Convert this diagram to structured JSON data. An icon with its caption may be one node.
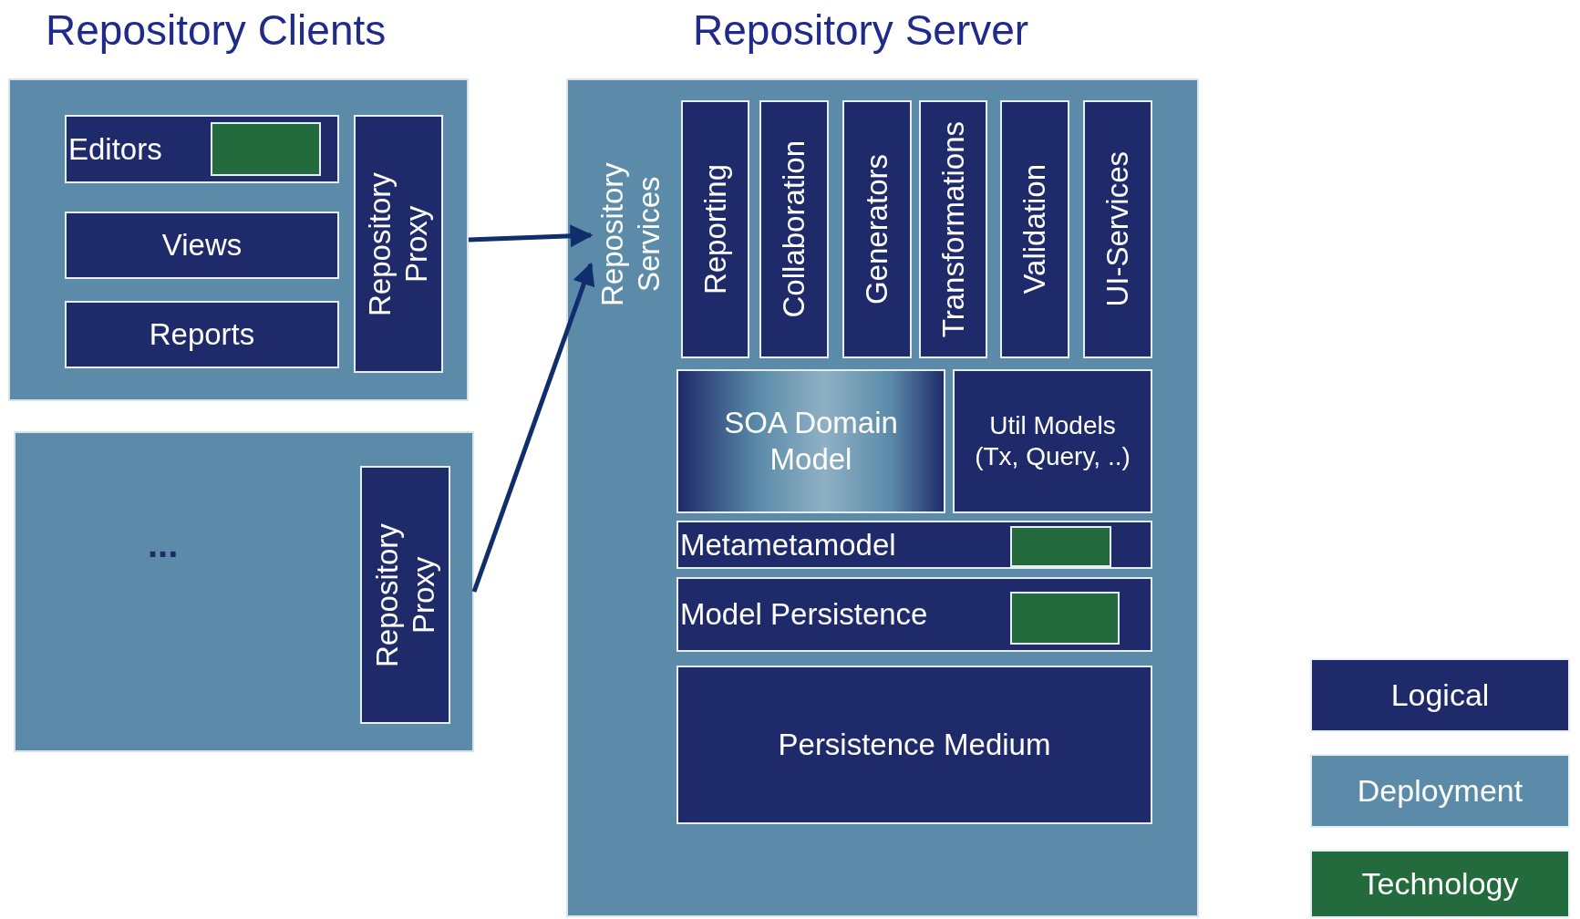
{
  "diagram": {
    "nodes": [
      {
        "text": [],
        "shape": "box"
      },
      {
        "text": [
          "Editors"
        ],
        "in": 0
      },
      {
        "text": [],
        "shape": "box",
        "in": 1
      },
      {
        "text": [
          "Views"
        ],
        "in": 0
      },
      {
        "text": [
          "Reports"
        ],
        "in": 0
      },
      {
        "text": [
          "Repository Proxy"
        ],
        "in": 0
      },
      {
        "text": [],
        "shape": "box"
      },
      {
        "text": [
          "Repository Proxy"
        ],
        "in": 6
      },
      {
        "text": [],
        "shape": "box"
      },
      {
        "text": [
          "Repository Services"
        ],
        "in": 8
      },
      {
        "text": [
          "Reporting"
        ],
        "in": 8
      },
      {
        "text": [
          "Collaboration"
        ],
        "in": 8
      },
      {
        "text": [
          "Generators"
        ],
        "in": 8
      },
      {
        "text": [
          "Transformations"
        ],
        "in": 8
      },
      {
        "text": [
          "Validation"
        ],
        "in": 8
      },
      {
        "text": [
          "UI-Services"
        ],
        "in": 8
      },
      {
        "text": [
          "SOA Domain Model"
        ],
        "in": 8
      },
      {
        "text": [
          "Util Models (Tx, Query, ..)"
        ],
        "in": 8
      },
      {
        "text": [
          "Metametamodel"
        ],
        "in": 8
      },
      {
        "text": [],
        "shape": "box",
        "in": 18
      },
      {
        "text": [
          "Model Persistence"
        ],
        "in": 8
      },
      {
        "text": [],
        "shape": "box",
        "in": 20
      },
      {
        "text": [
          "Persistence Medium"
        ],
        "in": 8
      }
    ],
    "edges": [
      {
        "from": 0,
        "to": 9,
        "arrow": "to"
      },
      {
        "from": 6,
        "to": 9,
        "arrow": "to"
      }
    ],
    "labels": [
      "Repository Clients",
      "Repository Server",
      "..."
    ],
    "legend": [
      {
        "text": "Logical",
        "color": "#1f2a6b"
      },
      {
        "text": "Deployment",
        "color": "#5b8ba9"
      },
      {
        "text": "Technology",
        "color": "#236a3c"
      }
    ]
  }
}
